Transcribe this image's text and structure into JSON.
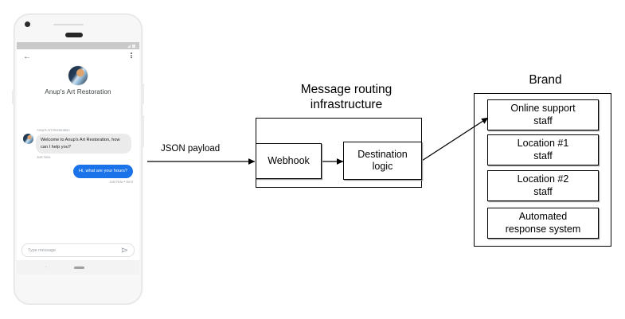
{
  "phone": {
    "status_bar": {
      "signal_icon": "signal-triangle-icon",
      "battery_icon": "battery-icon"
    },
    "app_bar": {
      "back_icon": "back-arrow-icon",
      "menu_icon": "kebab-menu-icon"
    },
    "brand_name": "Anup's Art Restoration",
    "avatar_icon": "brand-avatar",
    "messages": [
      {
        "direction": "incoming",
        "sender": "Anup's Art Restoration",
        "text": "Welcome to Anup's Art Restoration, how can I help you?",
        "time": "Just Now"
      },
      {
        "direction": "outgoing",
        "text": "Hi, what are your hours?",
        "time": "Just Now • Sent"
      }
    ],
    "composer": {
      "placeholder": "Type message",
      "send_icon": "send-icon"
    },
    "nav_bar": {
      "back_icon": "nav-back-icon",
      "home_icon": "nav-home-pill-icon"
    }
  },
  "diagram": {
    "payload_label": "JSON payload",
    "infrastructure": {
      "title_line1": "Message routing",
      "title_line2": "infrastructure",
      "nodes": [
        {
          "id": "webhook",
          "label": "Webhook"
        },
        {
          "id": "destination-logic",
          "label_line1": "Destination",
          "label_line2": "logic"
        }
      ]
    },
    "brand": {
      "title": "Brand",
      "nodes": [
        {
          "id": "online-support-staff",
          "line1": "Online support",
          "line2": "staff"
        },
        {
          "id": "location-1-staff",
          "line1": "Location #1",
          "line2": "staff"
        },
        {
          "id": "location-2-staff",
          "line1": "Location #2",
          "line2": "staff"
        },
        {
          "id": "automated-response-system",
          "line1": "Automated",
          "line2": "response system"
        }
      ]
    }
  },
  "colors": {
    "outgoing_bubble": "#1a73e8",
    "incoming_bubble": "#ebebeb",
    "stroke": "#000000",
    "box_shadow": "#9a9a9a"
  }
}
